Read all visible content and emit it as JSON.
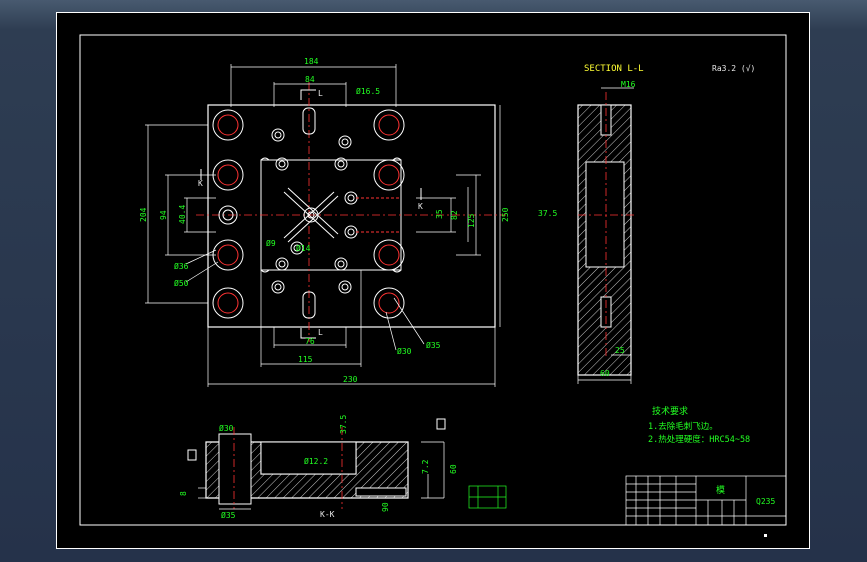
{
  "colors": {
    "window_bg": "#2e3d52",
    "canvas_bg": "#000000",
    "outline": "#ffffff",
    "dimension": "#ffffff",
    "centerline": "#ff3333",
    "hatch": "#ffffff",
    "dim_text": "#22ff22",
    "title_text": "#ffff33"
  },
  "plan_view": {
    "dims": {
      "top_width": "184",
      "top_inner": "84",
      "hole_top": "Ø16.5",
      "section_mark_top": "L",
      "section_mark_bottom": "L",
      "section_mark_k_left": "K",
      "section_mark_k_right": "K",
      "left_height": "204",
      "left_inner": "94",
      "left_small": "40.4",
      "right_height": "250",
      "right_pitch": "125",
      "right_35": "35",
      "right_82": "82",
      "hole_d36": "Ø36",
      "hole_d50": "Ø50",
      "hole_d9": "Ø9",
      "hole_d14": "Ø14",
      "hole_d30_right": "Ø30",
      "hole_d35_right": "Ø35",
      "bottom_76": "76",
      "bottom_115": "115",
      "bottom_230": "230"
    }
  },
  "section_ll": {
    "title": "SECTION L-L",
    "roughness": "Ra3.2 (√)",
    "thread_top": "M16",
    "left_dim": "37.5",
    "bottom_25": "25",
    "bottom_60": "60"
  },
  "section_kk": {
    "label": "K-K",
    "d30": "Ø30",
    "d35": "Ø35",
    "d12": "Ø12.2",
    "vert_37": "37.5",
    "right_7": "7.2",
    "right_60": "60",
    "left_8": "8",
    "bottom_90": "90"
  },
  "tech_notes": {
    "heading": "技术要求",
    "line1": "1.去除毛刺飞边。",
    "line2": "2.热处理硬度：HRC54~58"
  },
  "title_block": {
    "part_name": "模",
    "material": "Q235"
  }
}
